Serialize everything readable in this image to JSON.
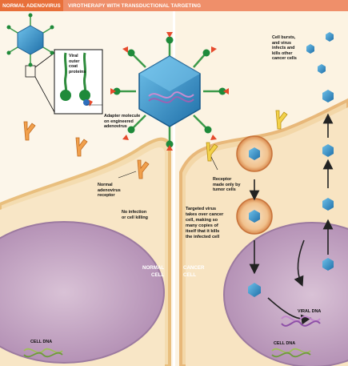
{
  "header": {
    "left_title": "NORMAL ADENOVIRUS",
    "right_title": "VIROTHERAPY WITH TRANSDUCTIONAL TARGETING"
  },
  "labels": {
    "viral_coat": "Viral\nouter\ncoat\nproteins",
    "adapter": "Adapter molecule\non engineered\nadenovirus",
    "normal_receptor": "Normal\nadenovirus\nreceptor",
    "no_infection": "No infection\nor cell killing",
    "tumor_receptor": "Receptor\nmade only by\ntumor cells",
    "targeted_virus": "Targeted virus\ntakes over cancer\ncell, making so\nmany copies of\nitself that it kills\nthe infected cell",
    "cell_bursts": "Cell bursts,\nand virus\ninfects and\nkills other\ncancer cells",
    "normal_cell": "NORMAL\nCELL",
    "cancer_cell": "CANCER\nCELL",
    "viral_dna": "VIRAL DNA",
    "cell_dna_left": "CELL DNA",
    "cell_dna_right": "CELL DNA"
  },
  "colors": {
    "header_left": "#e8703a",
    "header_right": "#ef8f6a",
    "background": "#fbf3e4",
    "cell_membrane": "#f2d39e",
    "nucleus": "#c6a8c8",
    "virus_capsid": "#2f8ac4",
    "dna_strand": "#a05aa8"
  }
}
